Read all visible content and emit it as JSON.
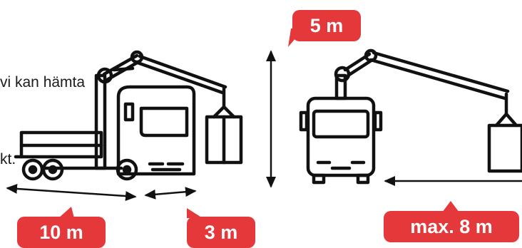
{
  "intro_text": {
    "line1": "vi kan hämta",
    "line2": "kt."
  },
  "labels": {
    "height": "5 m",
    "truck_length": "10 m",
    "cab_length": "3 m",
    "max_reach": "max. 8 m"
  },
  "colors": {
    "accent": "#e4383b",
    "ink": "#111111",
    "text_on_accent": "#ffffff"
  },
  "icons": [
    "crane-truck-side-icon",
    "crane-truck-front-icon"
  ]
}
